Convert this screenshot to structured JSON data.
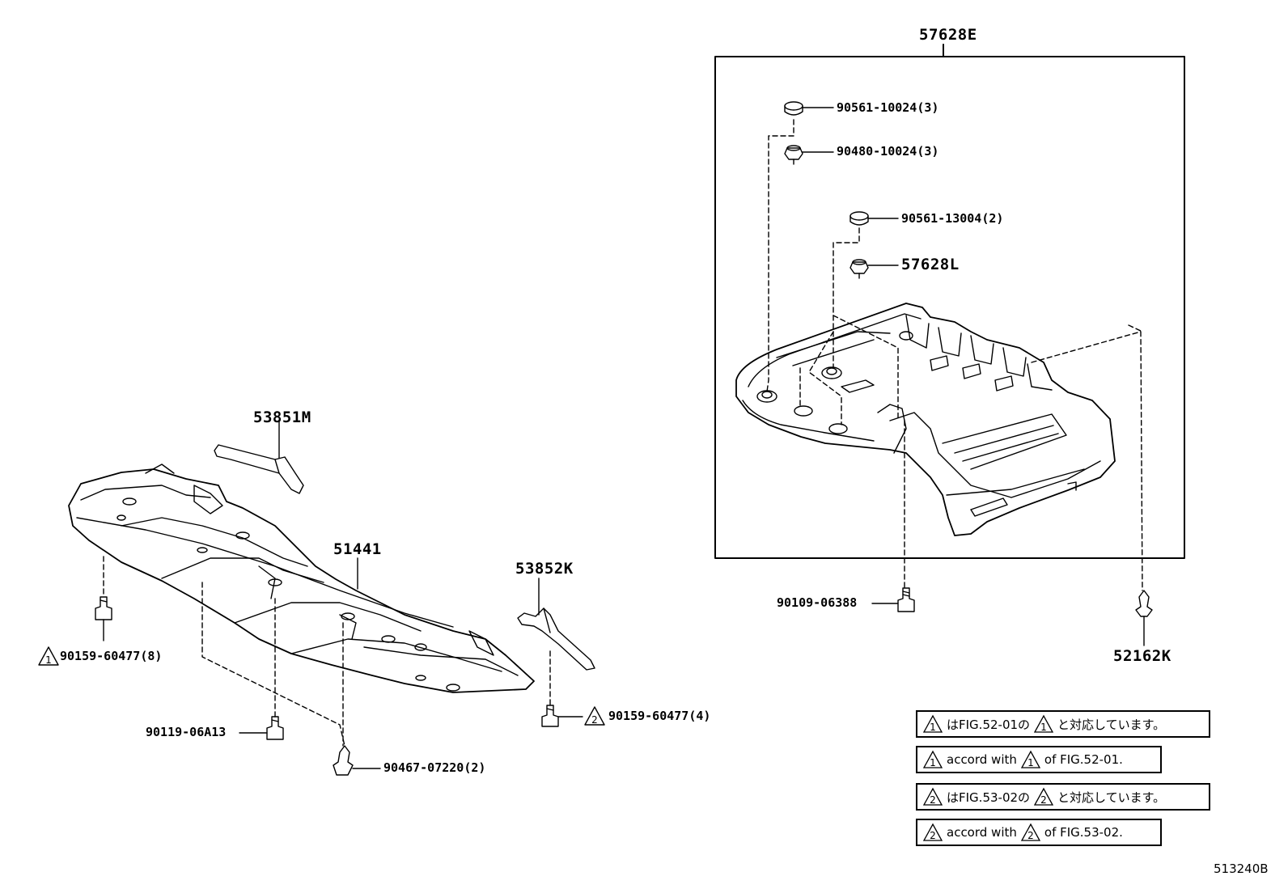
{
  "diagram": {
    "fig_code": "513240B",
    "group_label": "57628E",
    "parts": {
      "p_53851M": "53851M",
      "p_51441": "51441",
      "p_53852K": "53852K",
      "p_90159_8": "90159-60477(8)",
      "p_90119": "90119-06A13",
      "p_90467": "90467-07220(2)",
      "p_90159_4": "90159-60477(4)",
      "p_90561_3": "90561-10024(3)",
      "p_90480": "90480-10024(3)",
      "p_90561_2": "90561-13004(2)",
      "p_57628L": "57628L",
      "p_90109": "90109-06388",
      "p_52162K": "52162K"
    },
    "markers": {
      "m1": "1",
      "m2": "2"
    },
    "notes": [
      {
        "mark": "1",
        "pre": "はFIG.52-01の",
        "post": "と対応しています。"
      },
      {
        "mark": "1",
        "pre": "accord with",
        "post": "of FIG.52-01."
      },
      {
        "mark": "2",
        "pre": "はFIG.53-02の",
        "post": "と対応しています。"
      },
      {
        "mark": "2",
        "pre": "accord with",
        "post": "of FIG.53-02."
      }
    ]
  }
}
